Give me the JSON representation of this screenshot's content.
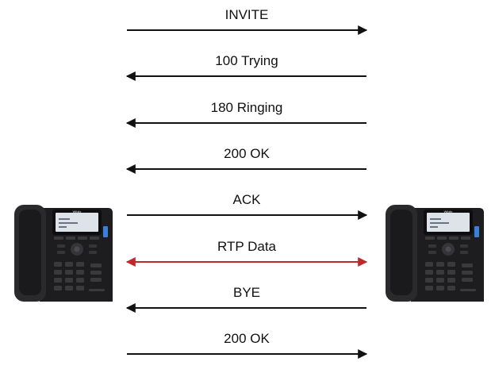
{
  "messages": [
    {
      "label": "INVITE",
      "direction": "right"
    },
    {
      "label": "100 Trying",
      "direction": "left"
    },
    {
      "label": "180 Ringing",
      "direction": "left"
    },
    {
      "label": "200 OK",
      "direction": "left"
    },
    {
      "label": "ACK",
      "direction": "right"
    },
    {
      "label": "RTP Data",
      "direction": "both"
    },
    {
      "label": "BYE",
      "direction": "left"
    },
    {
      "label": "200 OK",
      "direction": "right"
    }
  ],
  "phones": [
    {
      "name": "caller-phone",
      "brand": "Wildix"
    },
    {
      "name": "callee-phone",
      "brand": "Wildix"
    }
  ],
  "colors": {
    "signal_arrow": "#111111",
    "media_arrow": "#c0282b",
    "phone_body": "#1d1d1f",
    "screen": "#dde3e8",
    "accent": "#3b7fd8"
  }
}
